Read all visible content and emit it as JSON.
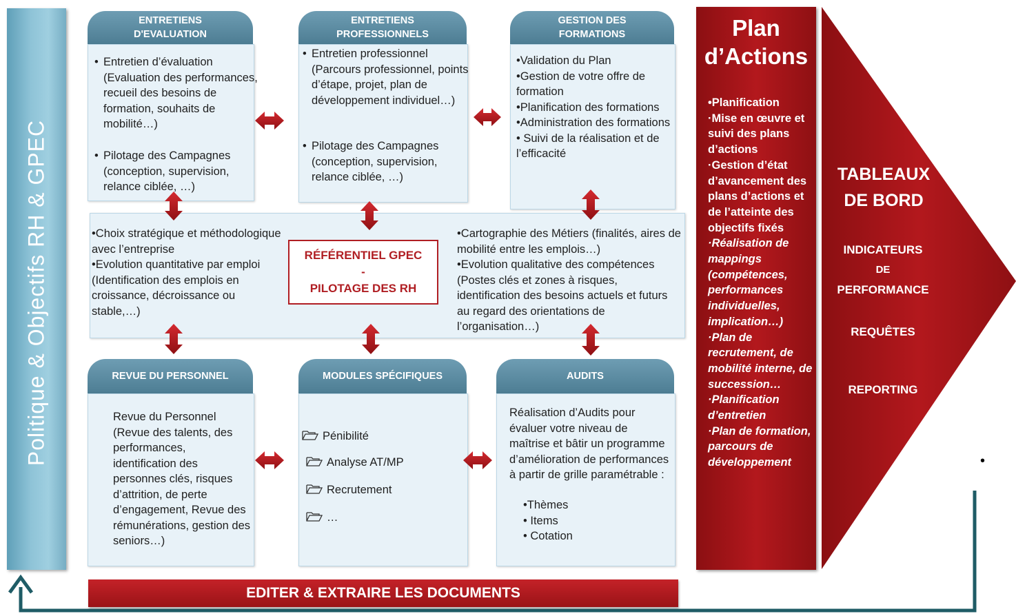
{
  "sidebar": {
    "title": "Politique  & Objectifs RH & GPEC"
  },
  "modules": {
    "entretiens_evaluation": {
      "title_line1": "ENTRETIENS",
      "title_line2": "D'EVALUATION",
      "items": [
        "Entretien d’évaluation (Evaluation des performances, recueil des besoins de formation, souhaits de mobilité…)",
        "Pilotage des Campagnes (conception, supervision, relance ciblée, …)"
      ]
    },
    "entretiens_professionnels": {
      "title_line1": "ENTRETIENS",
      "title_line2": "PROFESSIONNELS",
      "items": [
        "Entretien professionnel (Parcours professionnel, points d’étape, projet, plan de développement individuel…)",
        "Pilotage des Campagnes (conception, supervision, relance ciblée, …)"
      ]
    },
    "gestion_formations": {
      "title_line1": "GESTION DES",
      "title_line2": "FORMATIONS",
      "items": [
        "•Validation du Plan",
        "•Gestion de votre offre de formation",
        "•Planification des formations",
        "•Administration des formations",
        "• Suivi de la réalisation et de l’efficacité"
      ]
    },
    "revue_personnel": {
      "title": "REVUE DU PERSONNEL",
      "text": "Revue du Personnel (Revue des talents, des performances, identification des personnes clés, risques d’attrition, de perte d’engagement, Revue des rémunérations, gestion des seniors…)"
    },
    "modules_specifiques": {
      "title": "MODULES SPÉCIFIQUES",
      "items": [
        "Pénibilité",
        "Analyse AT/MP",
        "Recrutement",
        "…"
      ]
    },
    "audits": {
      "title": "AUDITS",
      "text": "Réalisation d’Audits pour évaluer votre niveau de maîtrise et bâtir un programme d’amélioration de performances à partir de grille paramétrable :",
      "items": [
        "•Thèmes",
        "• Items",
        "• Cotation"
      ]
    }
  },
  "center": {
    "left_text": [
      "•Choix stratégique et méthodologique avec l’entreprise",
      "•Evolution quantitative par emploi (Identification des emplois en croissance, décroissance ou stable,…)"
    ],
    "ref_line1": "RÉFÉRENTIEL GPEC",
    "ref_dash": "-",
    "ref_line2": "PILOTAGE DES RH",
    "right_text": [
      "•Cartographie des Métiers (finalités, aires de mobilité entre les emplois…)",
      "•Evolution qualitative des compétences (Postes clés et zones à risques, identification des besoins actuels et futurs au regard des orientations de l’organisation…)"
    ]
  },
  "plan": {
    "title_line1": "Plan",
    "title_line2": "d’Actions",
    "items": [
      {
        "text": "•Planification",
        "italic": false
      },
      {
        "text": "·Mise en œuvre et suivi des plans d’actions",
        "italic": false
      },
      {
        "text": "·Gestion d’état d’avancement des plans d’actions et de l’atteinte des objectifs fixés",
        "italic": false
      },
      {
        "text": "·Réalisation de mappings (compétences, performances individuelles, implication…)",
        "italic": true
      },
      {
        "text": "·Plan de recrutement, de mobilité interne, de succession…",
        "italic": true
      },
      {
        "text": "·Planification d’entretien",
        "italic": true
      },
      {
        "text": "·Plan de formation, parcours de développement",
        "italic": true
      }
    ]
  },
  "tableaux": {
    "title_line1": "Tableaux",
    "title_line2": "de Bord",
    "kpi_line1": "Indicateurs",
    "kpi_line2": "de",
    "kpi_line3": "Performance",
    "requetes": "Requêtes",
    "reporting": "Reporting",
    "dot": "•"
  },
  "footer": {
    "button": "EDITER  & EXTRAIRE LES DOCUMENTS"
  },
  "colors": {
    "teal_band": "#8ec3d7",
    "header_teal": "#5c8ca2",
    "box_fill": "#e8f2f8",
    "dark_red": "#a01519",
    "red_accent": "#b01e23",
    "feedback_line": "#1f5c66"
  }
}
